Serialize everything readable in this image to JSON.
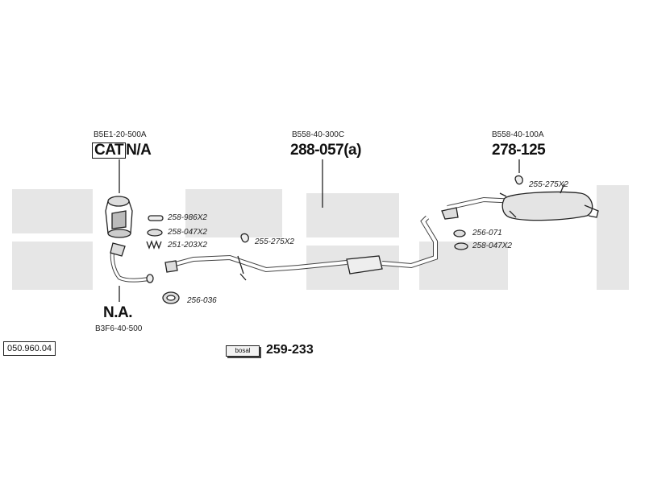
{
  "diagram_id": "050.960.04",
  "brand_tag": "bosal",
  "cat": {
    "ref": "B5E1-20-500A",
    "label_boxed": "CAT",
    "label_rest": "N/A"
  },
  "front_pipe": {
    "ref": "B3F6-40-500",
    "label": "N.A."
  },
  "middle": {
    "ref": "B558-40-300C",
    "part": "288-057(a)"
  },
  "rear": {
    "ref": "B558-40-100A",
    "part": "278-125"
  },
  "kit_part": "259-233",
  "fittings": {
    "f1": "258-986X2",
    "f2": "258-047X2",
    "f3": "251-203X2",
    "f4": "255-275X2",
    "f5": "256-036",
    "f6": "255-275X2",
    "f7": "256-071",
    "f8": "258-047X2"
  }
}
